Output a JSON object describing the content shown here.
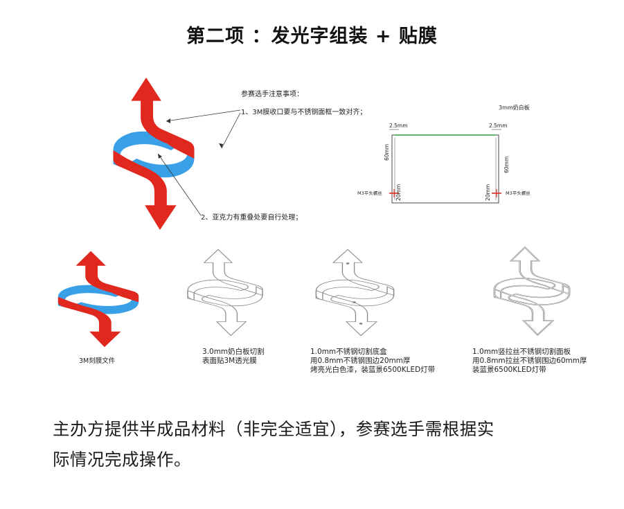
{
  "title": "第二项 ：发光字组装 + 贴膜",
  "notes": {
    "heading": "参赛选手注意事项：",
    "item1": "1、3M膜收口要与不锈钢面框一致对齐；",
    "item2": "2、亚克力有重叠处要自行处理；"
  },
  "plate_diagram": {
    "title": "3mm奶白板",
    "dim_top_left": "2.5mm",
    "dim_top_right": "2.5mm",
    "dim_side_left": "60mm",
    "dim_side_right": "60mm",
    "dim_bottom_left": "20mm",
    "dim_bottom_right": "20mm",
    "screw_left": "M3平头螺丝",
    "screw_right": "M3平头螺丝"
  },
  "captions": {
    "film": "3M刻膜文件",
    "acrylic_line1": "3.0mm奶白板切割",
    "acrylic_line2": "表面贴3M透光膜",
    "box_line1": "1.0mm不锈钢切割底盒",
    "box_line2": "用0.8mm不锈钢围边20mm厚",
    "box_line3": "烤亮光白色漆，装蓝景6500KLED灯带",
    "frame_line1": "1.0mm竖拉丝不锈钢切割面板",
    "frame_line2": "用0.8mm拉丝不锈钢围边60mm厚",
    "frame_line3": "装蓝景6500KLED灯带"
  },
  "footer": {
    "line1": "主办方提供半成品材料（非完全适宜），参赛选手需根据实",
    "line2": "际情况完成操作。"
  },
  "colors": {
    "red": "#e0281e",
    "blue": "#3aa0e6",
    "green_line": "#2f9a3a",
    "outline_gray": "#8a8a8a"
  }
}
